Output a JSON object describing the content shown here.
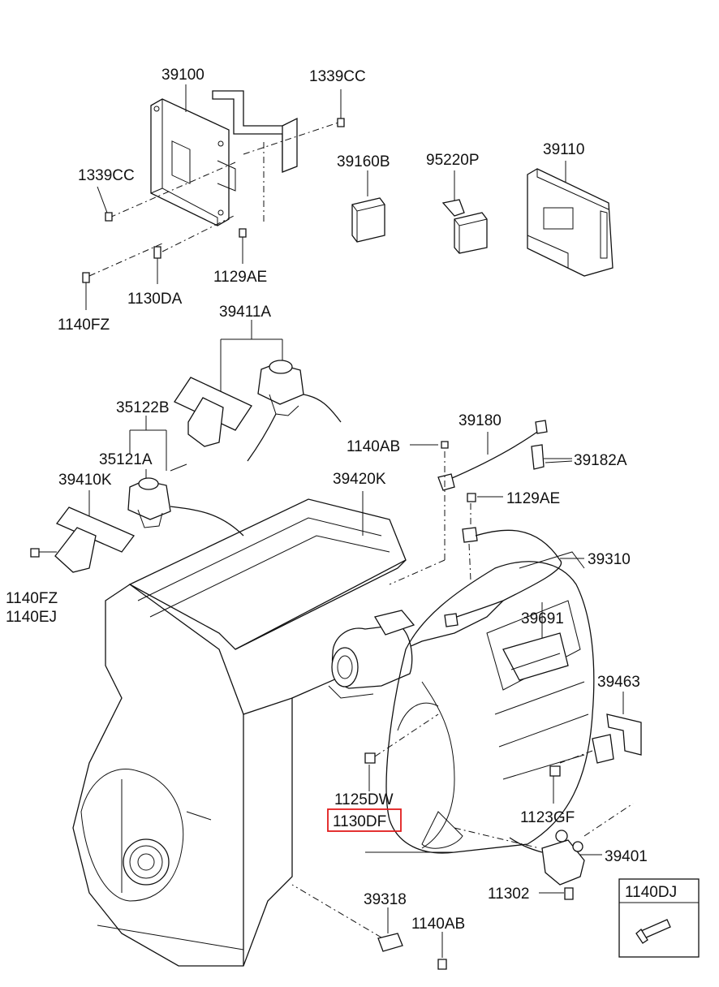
{
  "diagram": {
    "part_numbers": {
      "p39100": "39100",
      "p1339CC_top": "1339CC",
      "p1339CC_left": "1339CC",
      "p39160B": "39160B",
      "p95220P": "95220P",
      "p39110": "39110",
      "p1129AE_top": "1129AE",
      "p1130DA": "1130DA",
      "p1140FZ_top": "1140FZ",
      "p39411A": "39411A",
      "p35122B": "35122B",
      "p35121A": "35121A",
      "p39410K": "39410K",
      "p1140FZ_low": "1140FZ",
      "p1140EJ": "1140EJ",
      "p39180": "39180",
      "p1140AB_mid": "1140AB",
      "p39182A": "39182A",
      "p39420K": "39420K",
      "p1129AE_mid": "1129AE",
      "p39310": "39310",
      "p39691": "39691",
      "p39463": "39463",
      "p1125DW": "1125DW",
      "p1130DF": "1130DF",
      "p1123GF": "1123GF",
      "p39401": "39401",
      "p11302": "11302",
      "p39318": "39318",
      "p1140AB_low": "1140AB"
    },
    "highlighted_part": "1130DF",
    "legend_box": {
      "label": "1140DJ"
    },
    "colors": {
      "highlight": "#e21c1c",
      "line": "#111111",
      "background": "#ffffff"
    }
  }
}
